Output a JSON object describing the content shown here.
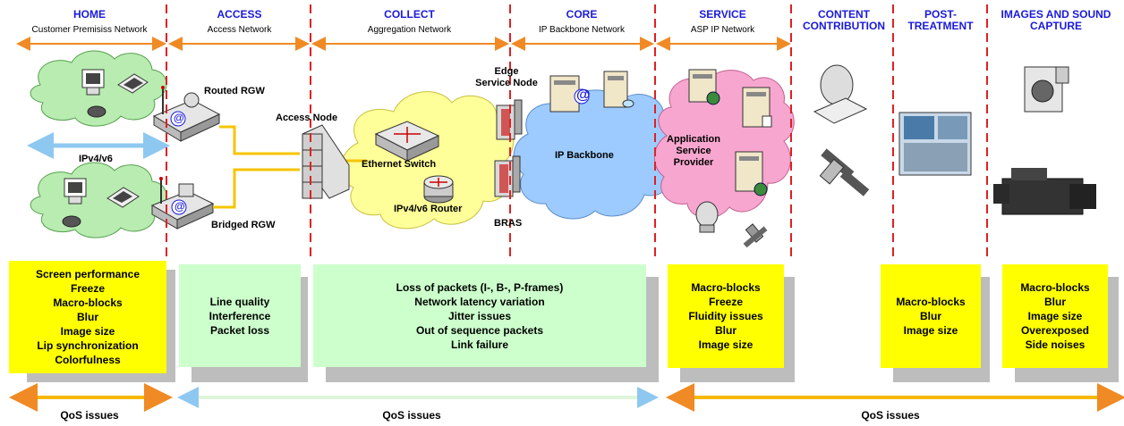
{
  "segments": [
    {
      "title": "HOME",
      "subtitle": "Customer Premisiss Network"
    },
    {
      "title": "ACCESS",
      "subtitle": "Access Network"
    },
    {
      "title": "COLLECT",
      "subtitle": "Aggregation Network"
    },
    {
      "title": "CORE",
      "subtitle": "IP Backbone Network"
    },
    {
      "title": "SERVICE",
      "subtitle": "ASP IP Network"
    },
    {
      "title": "CONTENT\nCONTRIBUTION",
      "subtitle": ""
    },
    {
      "title": "POST-\nTREATMENT",
      "subtitle": ""
    },
    {
      "title": "IMAGES AND SOUND\nCAPTURE",
      "subtitle": ""
    }
  ],
  "labels": {
    "routed_rgw": "Routed RGW",
    "bridged_rgw": "Bridged RGW",
    "ipv4v6": "IPv4/v6",
    "access_node": "Access Node",
    "ethernet_switch": "Ethernet Switch",
    "ipv4v6_router": "IPv4/v6 Router",
    "edge_service_node": "Edge\nService Node",
    "bras": "BRAS",
    "ip_backbone": "IP Backbone",
    "asp": "Application\nService\nProvider"
  },
  "issue_boxes": [
    {
      "id": "home",
      "lines": [
        "Screen performance",
        "Freeze",
        "Macro-blocks",
        "Blur",
        "Image size",
        "Lip synchronization",
        "Colorfulness"
      ]
    },
    {
      "id": "access",
      "lines": [
        "Line quality",
        "Interference",
        "Packet loss"
      ]
    },
    {
      "id": "collect",
      "lines": [
        "Loss of packets (I-, B-, P-frames)",
        "Network latency variation",
        "Jitter issues",
        "Out of sequence packets",
        "Link failure"
      ]
    },
    {
      "id": "service",
      "lines": [
        "Macro-blocks",
        "Freeze",
        "Fluidity issues",
        "Blur",
        "Image size"
      ]
    },
    {
      "id": "post",
      "lines": [
        "Macro-blocks",
        "Blur",
        "Image size"
      ]
    },
    {
      "id": "capture",
      "lines": [
        "Macro-blocks",
        "Blur",
        "Image size",
        "Overexposed",
        "Side noises"
      ]
    }
  ],
  "qos": [
    "QoS issues",
    "QoS issues",
    "QoS issues"
  ],
  "icon_at": "@",
  "colors": {
    "title_blue": "#1a1adb",
    "divider_red": "#e02020",
    "orange_arrow": "#f08a24",
    "yellow_box": "#ffff00",
    "green_box": "#ccffcc",
    "cloud_green": "#b8ecb0",
    "cloud_yellow": "#ffff99",
    "cloud_blue": "#9ecbff",
    "cloud_pink": "#f7a6cf",
    "qos_yellow_arrow": "#f5b800",
    "qos_green_arrow": "#ddf5d8"
  }
}
